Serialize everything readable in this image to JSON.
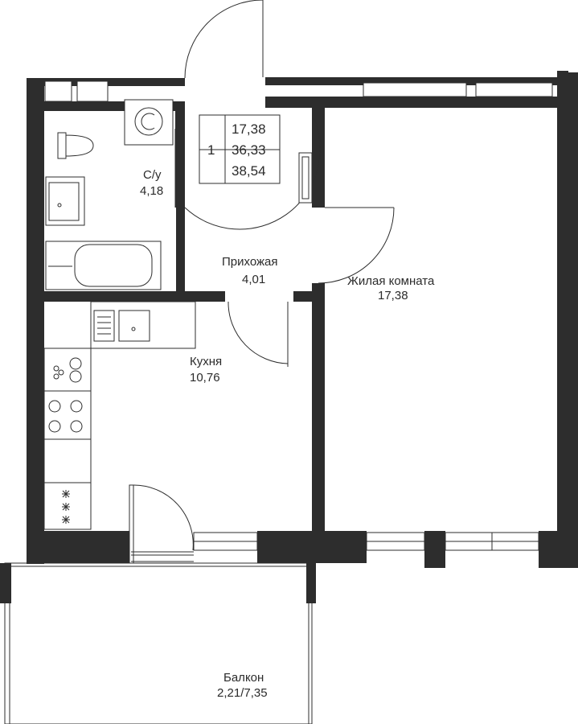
{
  "apartment_info": {
    "rooms": "1",
    "living_area": "17,38",
    "total_area": "36,33",
    "total_area_with_balcony": "38,54"
  },
  "rooms": {
    "bathroom": {
      "name": "С/у",
      "area": "4,18"
    },
    "hallway": {
      "name": "Прихожая",
      "area": "4,01"
    },
    "living_room": {
      "name": "Жилая комната",
      "area": "17,38"
    },
    "kitchen": {
      "name": "Кухня",
      "area": "10,76"
    },
    "balcony": {
      "name": "Балкон",
      "area": "2,21/7,35"
    }
  },
  "colors": {
    "wall": "#2d2d2d",
    "line": "#2d2d2d",
    "background": "#ffffff"
  }
}
